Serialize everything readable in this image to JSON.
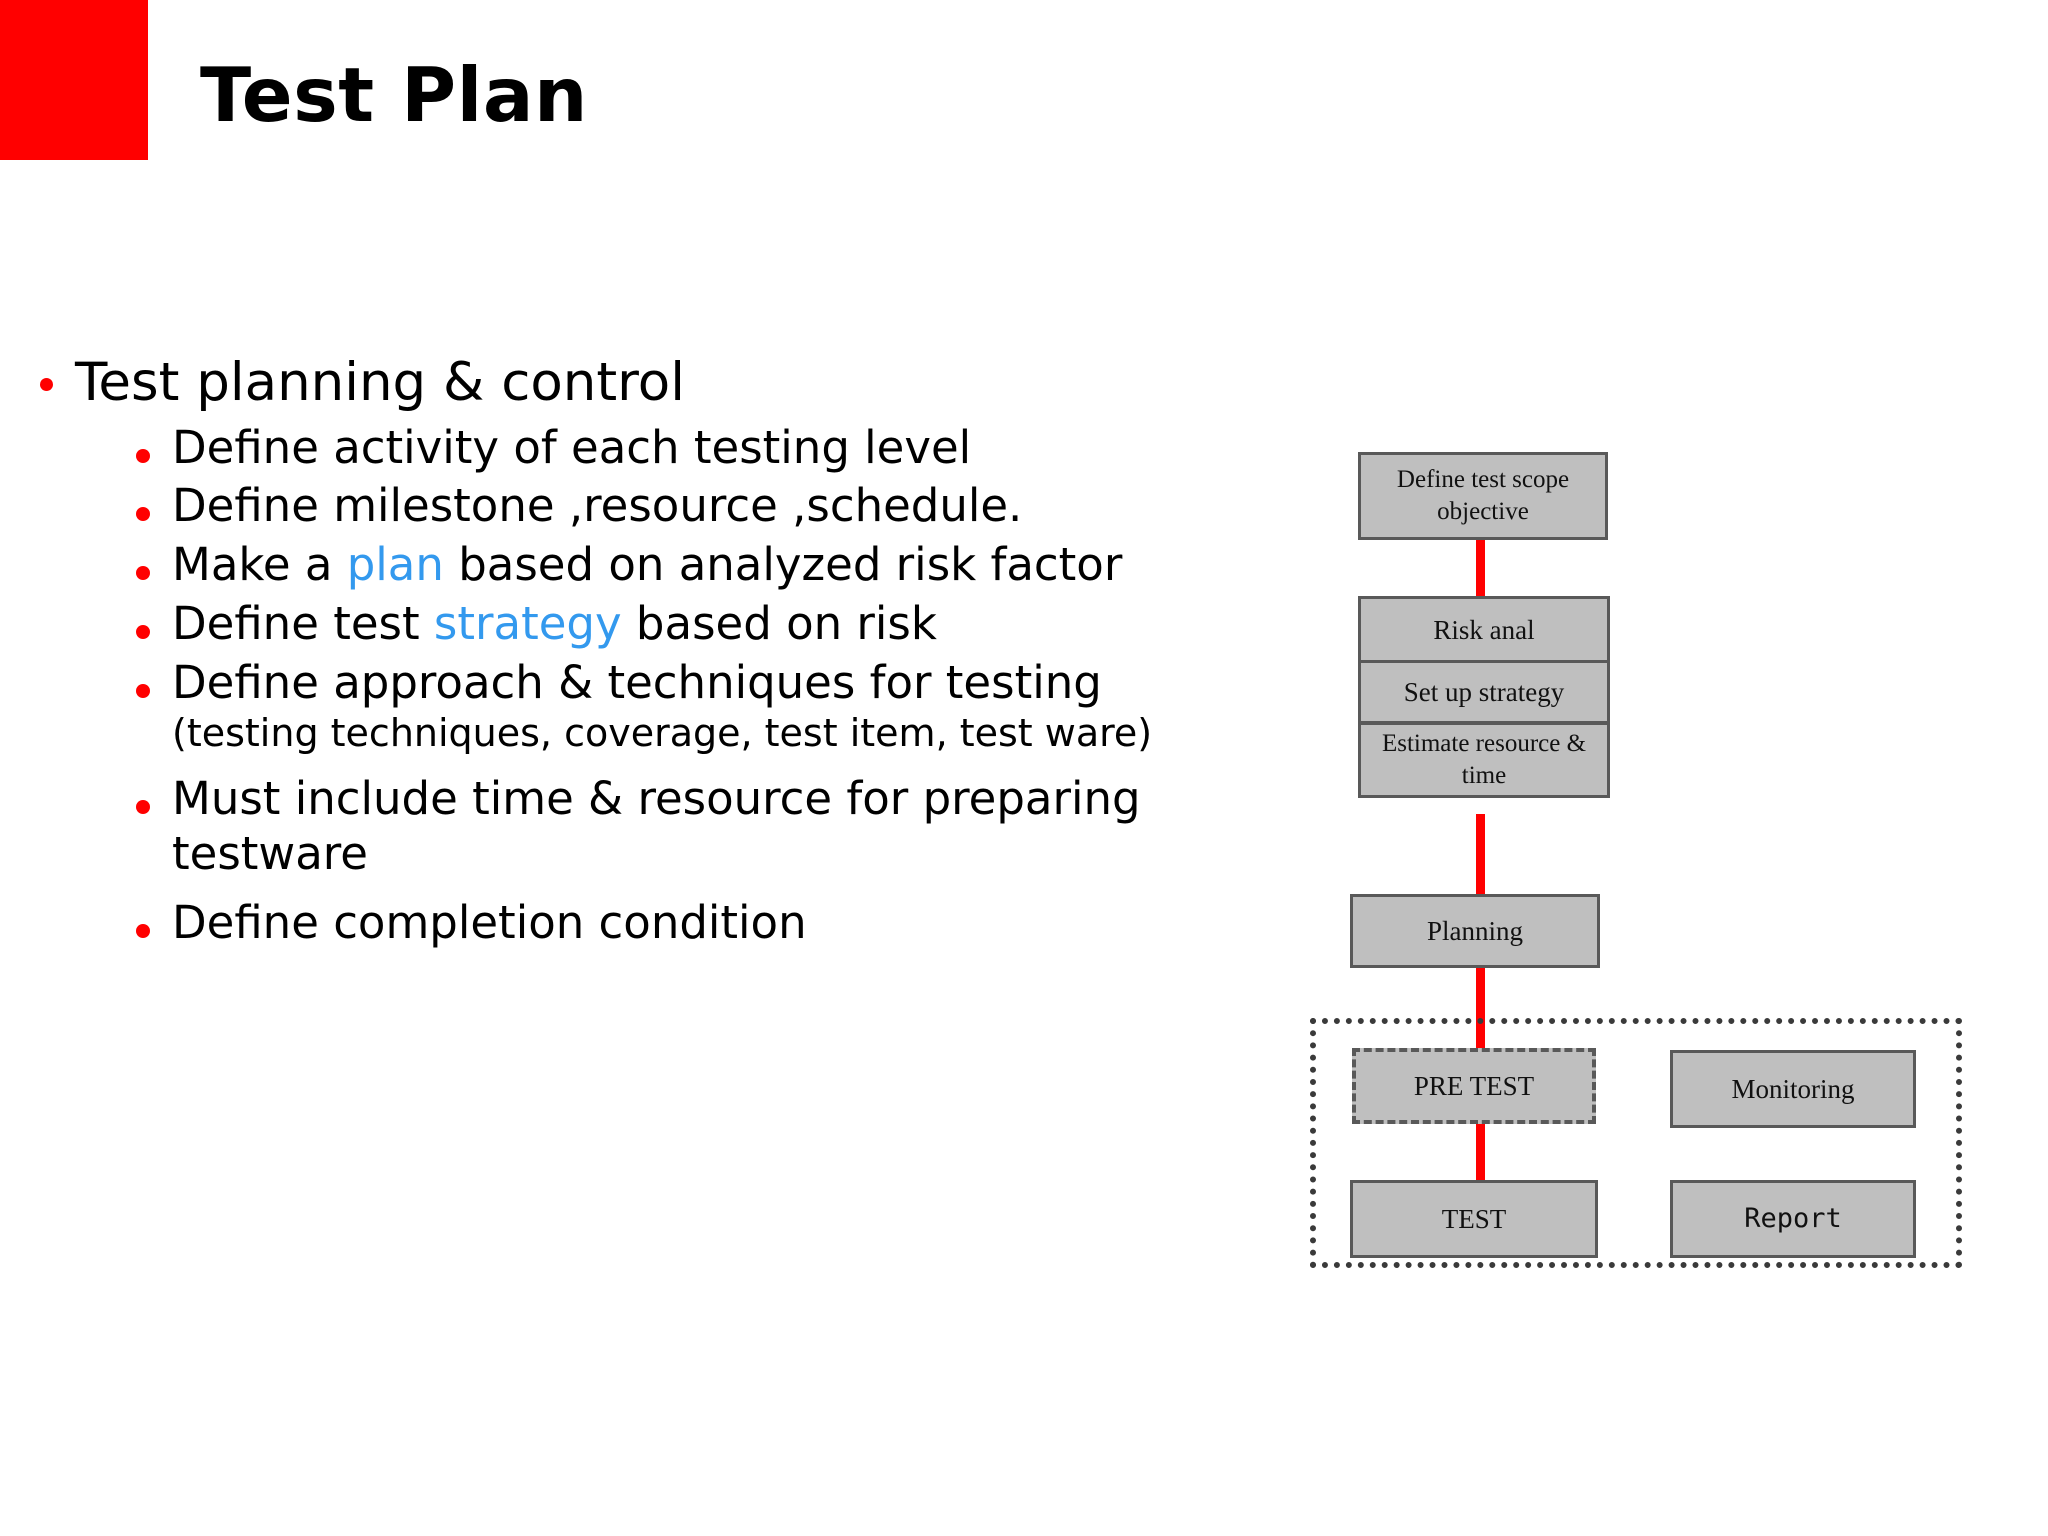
{
  "slide": {
    "title": "Test Plan",
    "accent_red": "#FF0000",
    "accent_blue": "#3399EE",
    "box_fill": "#BFBFBF",
    "box_border": "#595959"
  },
  "bullets": {
    "l1": "Test planning & control",
    "items": [
      {
        "text": "Define activity of each testing level"
      },
      {
        "text": "Define milestone ,resource ,schedule."
      },
      {
        "pre": "Make a ",
        "blue": "plan",
        "post": " based on analyzed risk factor"
      },
      {
        "pre": "Define test ",
        "blue": "strategy",
        "post": " based on risk"
      },
      {
        "text": "Define approach & techniques for testing",
        "note": "(testing techniques, coverage, test item, test ware)"
      },
      {
        "text": "Must include time & resource for preparing testware",
        "color": "blue"
      },
      {
        "text": "Define completion condition"
      }
    ]
  },
  "chart_data": {
    "type": "diagram",
    "title": "Test planning flow",
    "nodes": [
      {
        "id": "scope",
        "label": "Define test scope objective",
        "style": "solid"
      },
      {
        "id": "risk",
        "label": "Risk anal",
        "style": "solid"
      },
      {
        "id": "strategy",
        "label": "Set up strategy",
        "style": "solid"
      },
      {
        "id": "estimate",
        "label": "Estimate resource & time",
        "style": "solid"
      },
      {
        "id": "planning",
        "label": "Planning",
        "style": "solid"
      },
      {
        "id": "pretest",
        "label": "PRE TEST",
        "style": "dashed"
      },
      {
        "id": "test",
        "label": "TEST",
        "style": "solid"
      },
      {
        "id": "monitor",
        "label": "Monitoring",
        "style": "solid"
      },
      {
        "id": "report",
        "label": "Report",
        "style": "solid-mono"
      }
    ],
    "edges": [
      [
        "scope",
        "risk"
      ],
      [
        "risk",
        "strategy"
      ],
      [
        "strategy",
        "estimate"
      ],
      [
        "estimate",
        "planning"
      ],
      [
        "planning",
        "pretest"
      ],
      [
        "pretest",
        "test"
      ]
    ],
    "edge_color": "#FF0000",
    "group_box": {
      "label": "",
      "members": [
        "pretest",
        "test",
        "monitor",
        "report"
      ],
      "border": "dotted"
    }
  }
}
